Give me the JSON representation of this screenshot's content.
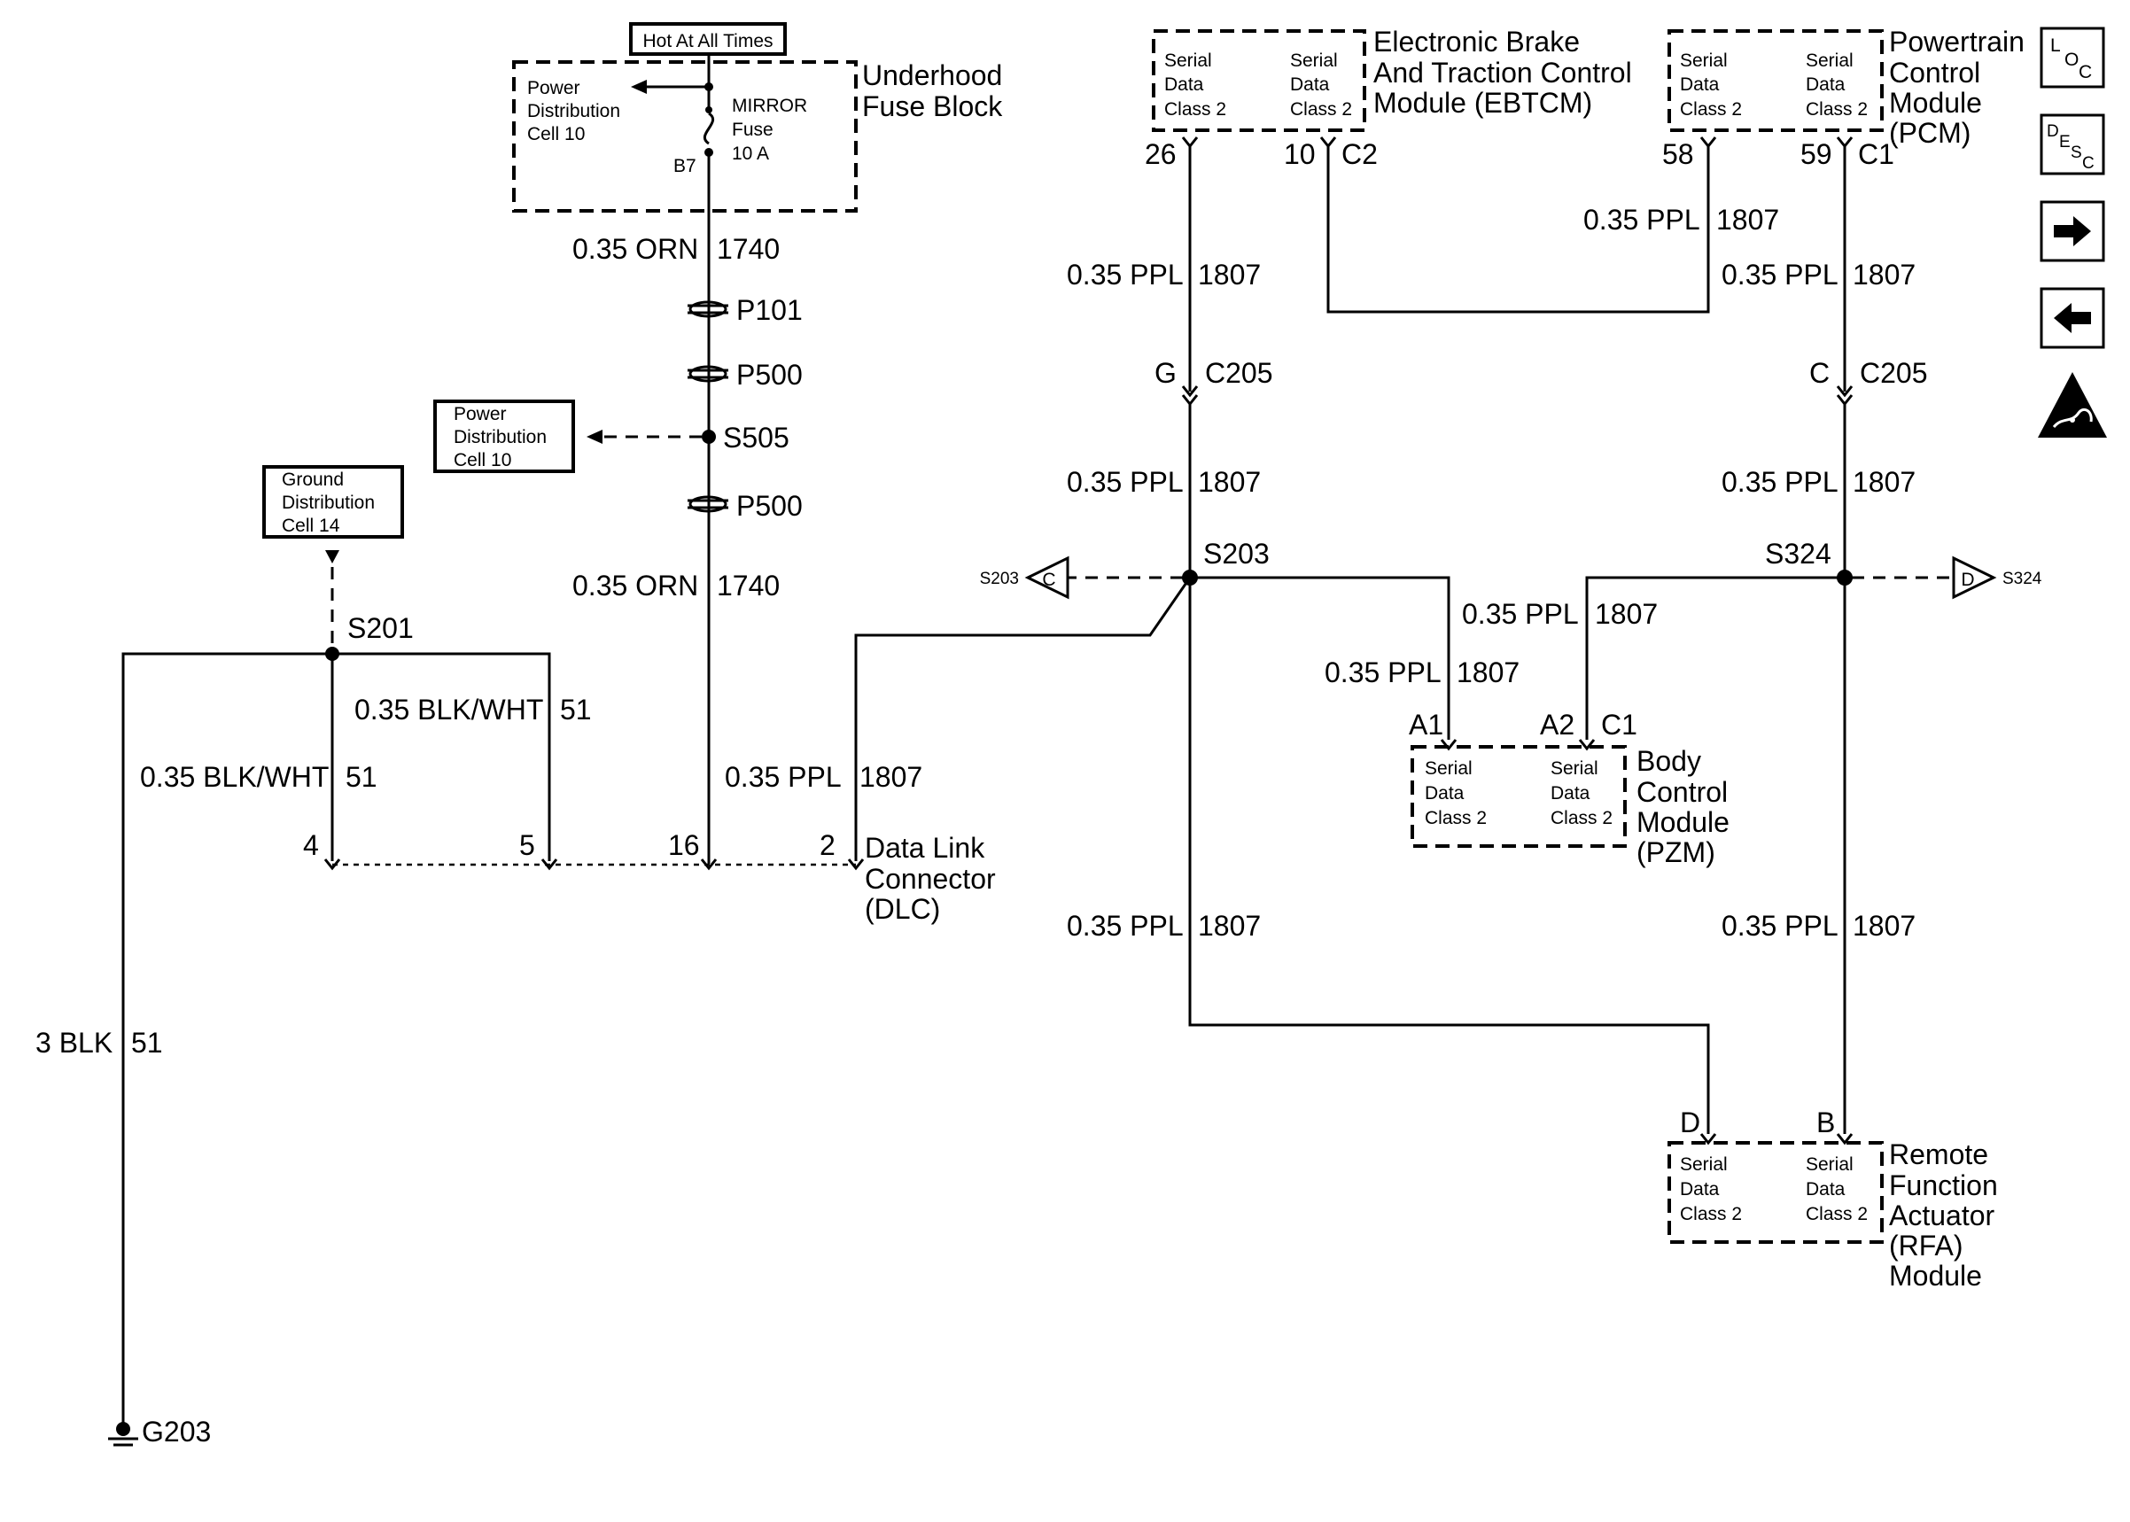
{
  "components": {
    "underhood_fuse_block": {
      "name_line1": "Underhood",
      "name_line2": "Fuse Block",
      "hot_label": "Hot At All Times",
      "pdc_line1": "Power",
      "pdc_line2": "Distribution",
      "pdc_line3": "Cell 10",
      "fuse_line1": "MIRROR",
      "fuse_line2": "Fuse",
      "fuse_line3": "10 A",
      "terminal": "B7"
    },
    "power_distribution_ref": {
      "line1": "Power",
      "line2": "Distribution",
      "line3": "Cell 10"
    },
    "ground_distribution_ref": {
      "line1": "Ground",
      "line2": "Distribution",
      "line3": "Cell 14"
    },
    "ebtcm": {
      "line1": "Electronic Brake",
      "line2": "And Traction Control",
      "line3": "Module (EBTCM)",
      "pin_left": "26",
      "pin_right": "10",
      "connector": "C2"
    },
    "pcm": {
      "line1": "Powertrain",
      "line2": "Control",
      "line3": "Module",
      "line4": "(PCM)",
      "pin_left": "58",
      "pin_right": "59",
      "connector": "C1"
    },
    "bcm": {
      "line1": "Body",
      "line2": "Control",
      "line3": "Module",
      "line4": "(PZM)",
      "pin_left": "A1",
      "pin_right": "A2",
      "connector": "C1"
    },
    "rfa": {
      "line1": "Remote",
      "line2": "Function",
      "line3": "Actuator",
      "line4": "(RFA)",
      "line5": "Module",
      "pin_left": "D",
      "pin_right": "B"
    },
    "dlc": {
      "line1": "Data Link",
      "line2": "Connector",
      "line3": "(DLC)",
      "pins": [
        "4",
        "5",
        "16",
        "2"
      ]
    },
    "serial_data": {
      "line1": "Serial",
      "line2": "Data",
      "line3": "Class 2"
    }
  },
  "nodes": {
    "p101": "P101",
    "p500_a": "P500",
    "s505": "S505",
    "p500_b": "P500",
    "s201": "S201",
    "s203": "S203",
    "s324": "S324",
    "c205_left_pin": "G",
    "c205_left": "C205",
    "c205_right_pin": "C",
    "c205_right": "C205",
    "s203_ref_letter": "C",
    "s203_ref": "S203",
    "s324_ref_letter": "D",
    "s324_ref": "S324",
    "g203": "G203"
  },
  "wires": {
    "orn_1740_top": {
      "gauge": "0.35 ORN",
      "circuit": "1740"
    },
    "orn_1740_bottom": {
      "gauge": "0.35 ORN",
      "circuit": "1740"
    },
    "blkwht_51_right": {
      "gauge": "0.35 BLK/WHT",
      "circuit": "51"
    },
    "blkwht_51_left": {
      "gauge": "0.35 BLK/WHT",
      "circuit": "51"
    },
    "blk_51_ground": {
      "gauge": "3 BLK",
      "circuit": "51"
    },
    "ppl_1807_dlc": {
      "gauge": "0.35 PPL",
      "circuit": "1807"
    },
    "ppl_1807_ebtcm_upper": {
      "gauge": "0.35 PPL",
      "circuit": "1807"
    },
    "ppl_1807_ebtcm_mid": {
      "gauge": "0.35 PPL",
      "circuit": "1807"
    },
    "ppl_1807_left_lower": {
      "gauge": "0.35 PPL",
      "circuit": "1807"
    },
    "ppl_1807_pcm_58": {
      "gauge": "0.35 PPL",
      "circuit": "1807"
    },
    "ppl_1807_pcm_59": {
      "gauge": "0.35 PPL",
      "circuit": "1807"
    },
    "ppl_1807_right_mid": {
      "gauge": "0.35 PPL",
      "circuit": "1807"
    },
    "ppl_1807_bcm_a2": {
      "gauge": "0.35 PPL",
      "circuit": "1807"
    },
    "ppl_1807_bcm_a1": {
      "gauge": "0.35 PPL",
      "circuit": "1807"
    },
    "ppl_1807_right_lower": {
      "gauge": "0.35 PPL",
      "circuit": "1807"
    }
  },
  "nav_icons": {
    "loc": {
      "big": "L",
      "sub": "O",
      "sub2": "C"
    },
    "desc": {
      "a": "D",
      "b": "E",
      "c": "S",
      "d": "C"
    },
    "next": "right-arrow-icon",
    "prev": "left-arrow-icon",
    "esd": "esd-warning-icon"
  }
}
